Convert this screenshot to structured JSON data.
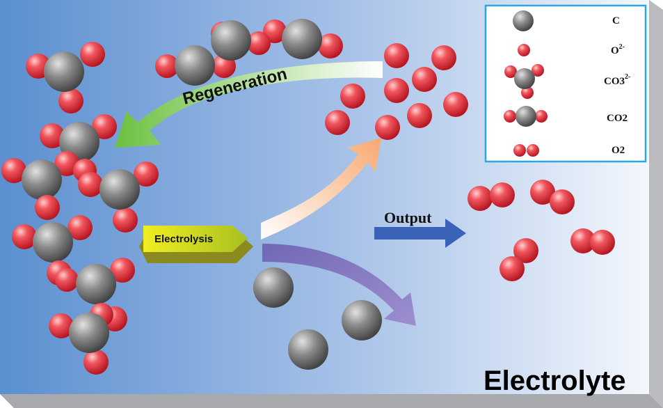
{
  "diagram": {
    "panel_label": "Electrolyte",
    "arrows": {
      "regeneration": "Regeneration",
      "electrolysis": "Electrolysis",
      "output": "Output"
    },
    "legend": [
      {
        "species": "C",
        "label": "C",
        "sup": ""
      },
      {
        "species": "O",
        "label": "O",
        "sup": "2-"
      },
      {
        "species": "CO3",
        "label": "CO3",
        "sup": "2-"
      },
      {
        "species": "CO2",
        "label": "CO2",
        "sup": ""
      },
      {
        "species": "O2",
        "label": "O2",
        "sup": ""
      }
    ],
    "colors": {
      "carbon": "#7a7a7a",
      "oxygen": "#e0303a",
      "panel_left": "#5b8fd0",
      "panel_right": "#f4f7fc",
      "legend_border": "#2aa6e0",
      "regeneration_arrow": "#7cc64a",
      "electrolysis_arrow": "#d8e21a",
      "output_arrow": "#3f6fc0",
      "upper_arrow": "#f6b07a",
      "lower_arrow": "#7a5fb0"
    }
  }
}
